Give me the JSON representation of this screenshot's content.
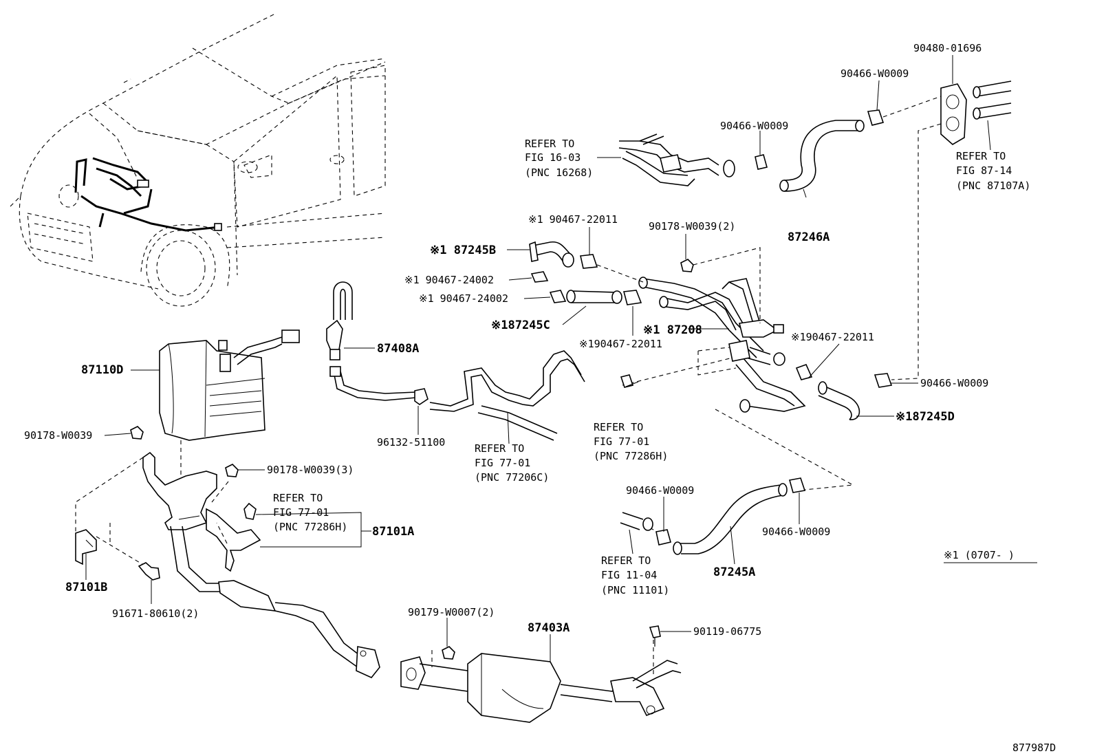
{
  "parts": {
    "p90480_01696": "90480-01696",
    "p90466_w0009_a": "90466-W0009",
    "p90466_w0009_b": "90466-W0009",
    "p90466_w0009_c": "90466-W0009",
    "p90466_w0009_d": "90466-W0009",
    "p90466_w0009_e": "90466-W0009",
    "p87246a": "87246A",
    "p90467_22011_a": "※1 90467-22011",
    "p90178_w0039_2": "90178-W0039(2)",
    "p87245b": "※1 87245B",
    "p90467_24002_a": "※1 90467-24002",
    "p90467_24002_b": "※1 90467-24002",
    "p87245c": "※187245C",
    "p87208": "※1 87208",
    "p90467_22011_b": "※190467-22011",
    "p90467_22011_c": "※190467-22011",
    "p87408a": "87408A",
    "p87110d": "87110D",
    "p87245d": "※187245D",
    "p90178_w0039": "90178-W0039",
    "p90178_w0039_3": "90178-W0039(3)",
    "p96132_51100": "96132-51100",
    "p87101a": "87101A",
    "p87101b": "87101B",
    "p91671_80610": "91671-80610(2)",
    "p87245a": "87245A",
    "p90179_w0007": "90179-W0007(2)",
    "p87403a": "87403A",
    "p90119_06775": "90119-06775"
  },
  "refs": {
    "r16": [
      "REFER TO",
      "FIG 16-03",
      "(PNC 16268)"
    ],
    "r87": [
      "REFER TO",
      "FIG 87-14",
      "(PNC 87107A)"
    ],
    "r77a": [
      "REFER TO",
      "FIG 77-01",
      "(PNC 77206C)"
    ],
    "r77b": [
      "REFER TO",
      "FIG 77-01",
      "(PNC 77286H)"
    ],
    "r77c": [
      "REFER TO",
      "FIG 77-01",
      "(PNC 77286H)"
    ],
    "r11": [
      "REFER TO",
      "FIG 11-04",
      "(PNC 11101)"
    ]
  },
  "note": "※1 (0707-      )",
  "figure_id": "877987D"
}
